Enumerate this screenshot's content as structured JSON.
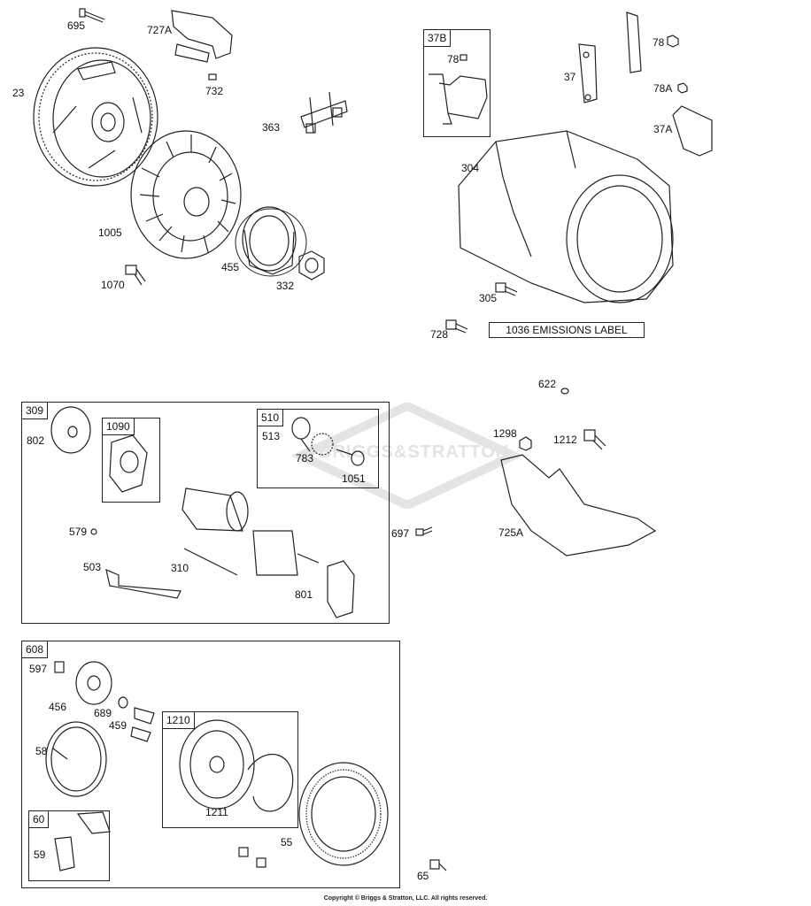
{
  "watermark": "BRIGGS&STRATTON",
  "emissions_label": "1036 EMISSIONS LABEL",
  "copyright": "Copyright © Briggs & Stratton, LLC. All rights reserved.",
  "groups": {
    "g37B": "37B",
    "g309": "309",
    "g1090": "1090",
    "g510": "510",
    "g608": "608",
    "g1210": "1210",
    "g60": "60"
  },
  "parts": {
    "p695": "695",
    "p727A": "727A",
    "p23": "23",
    "p732": "732",
    "p363": "363",
    "p1005": "1005",
    "p455": "455",
    "p332": "332",
    "p1070": "1070",
    "p78B": "78",
    "p78": "78",
    "p37": "37",
    "p78A": "78A",
    "p37A": "37A",
    "p304": "304",
    "p305": "305",
    "p728": "728",
    "p622": "622",
    "p1298": "1298",
    "p1212": "1212",
    "p725A": "725A",
    "p697": "697",
    "p802": "802",
    "p513": "513",
    "p783": "783",
    "p1051": "1051",
    "p579": "579",
    "p503": "503",
    "p310": "310",
    "p801": "801",
    "p597": "597",
    "p456": "456",
    "p689": "689",
    "p459": "459",
    "p58": "58",
    "p1211": "1211",
    "p59": "59",
    "p55": "55",
    "p65": "65"
  }
}
